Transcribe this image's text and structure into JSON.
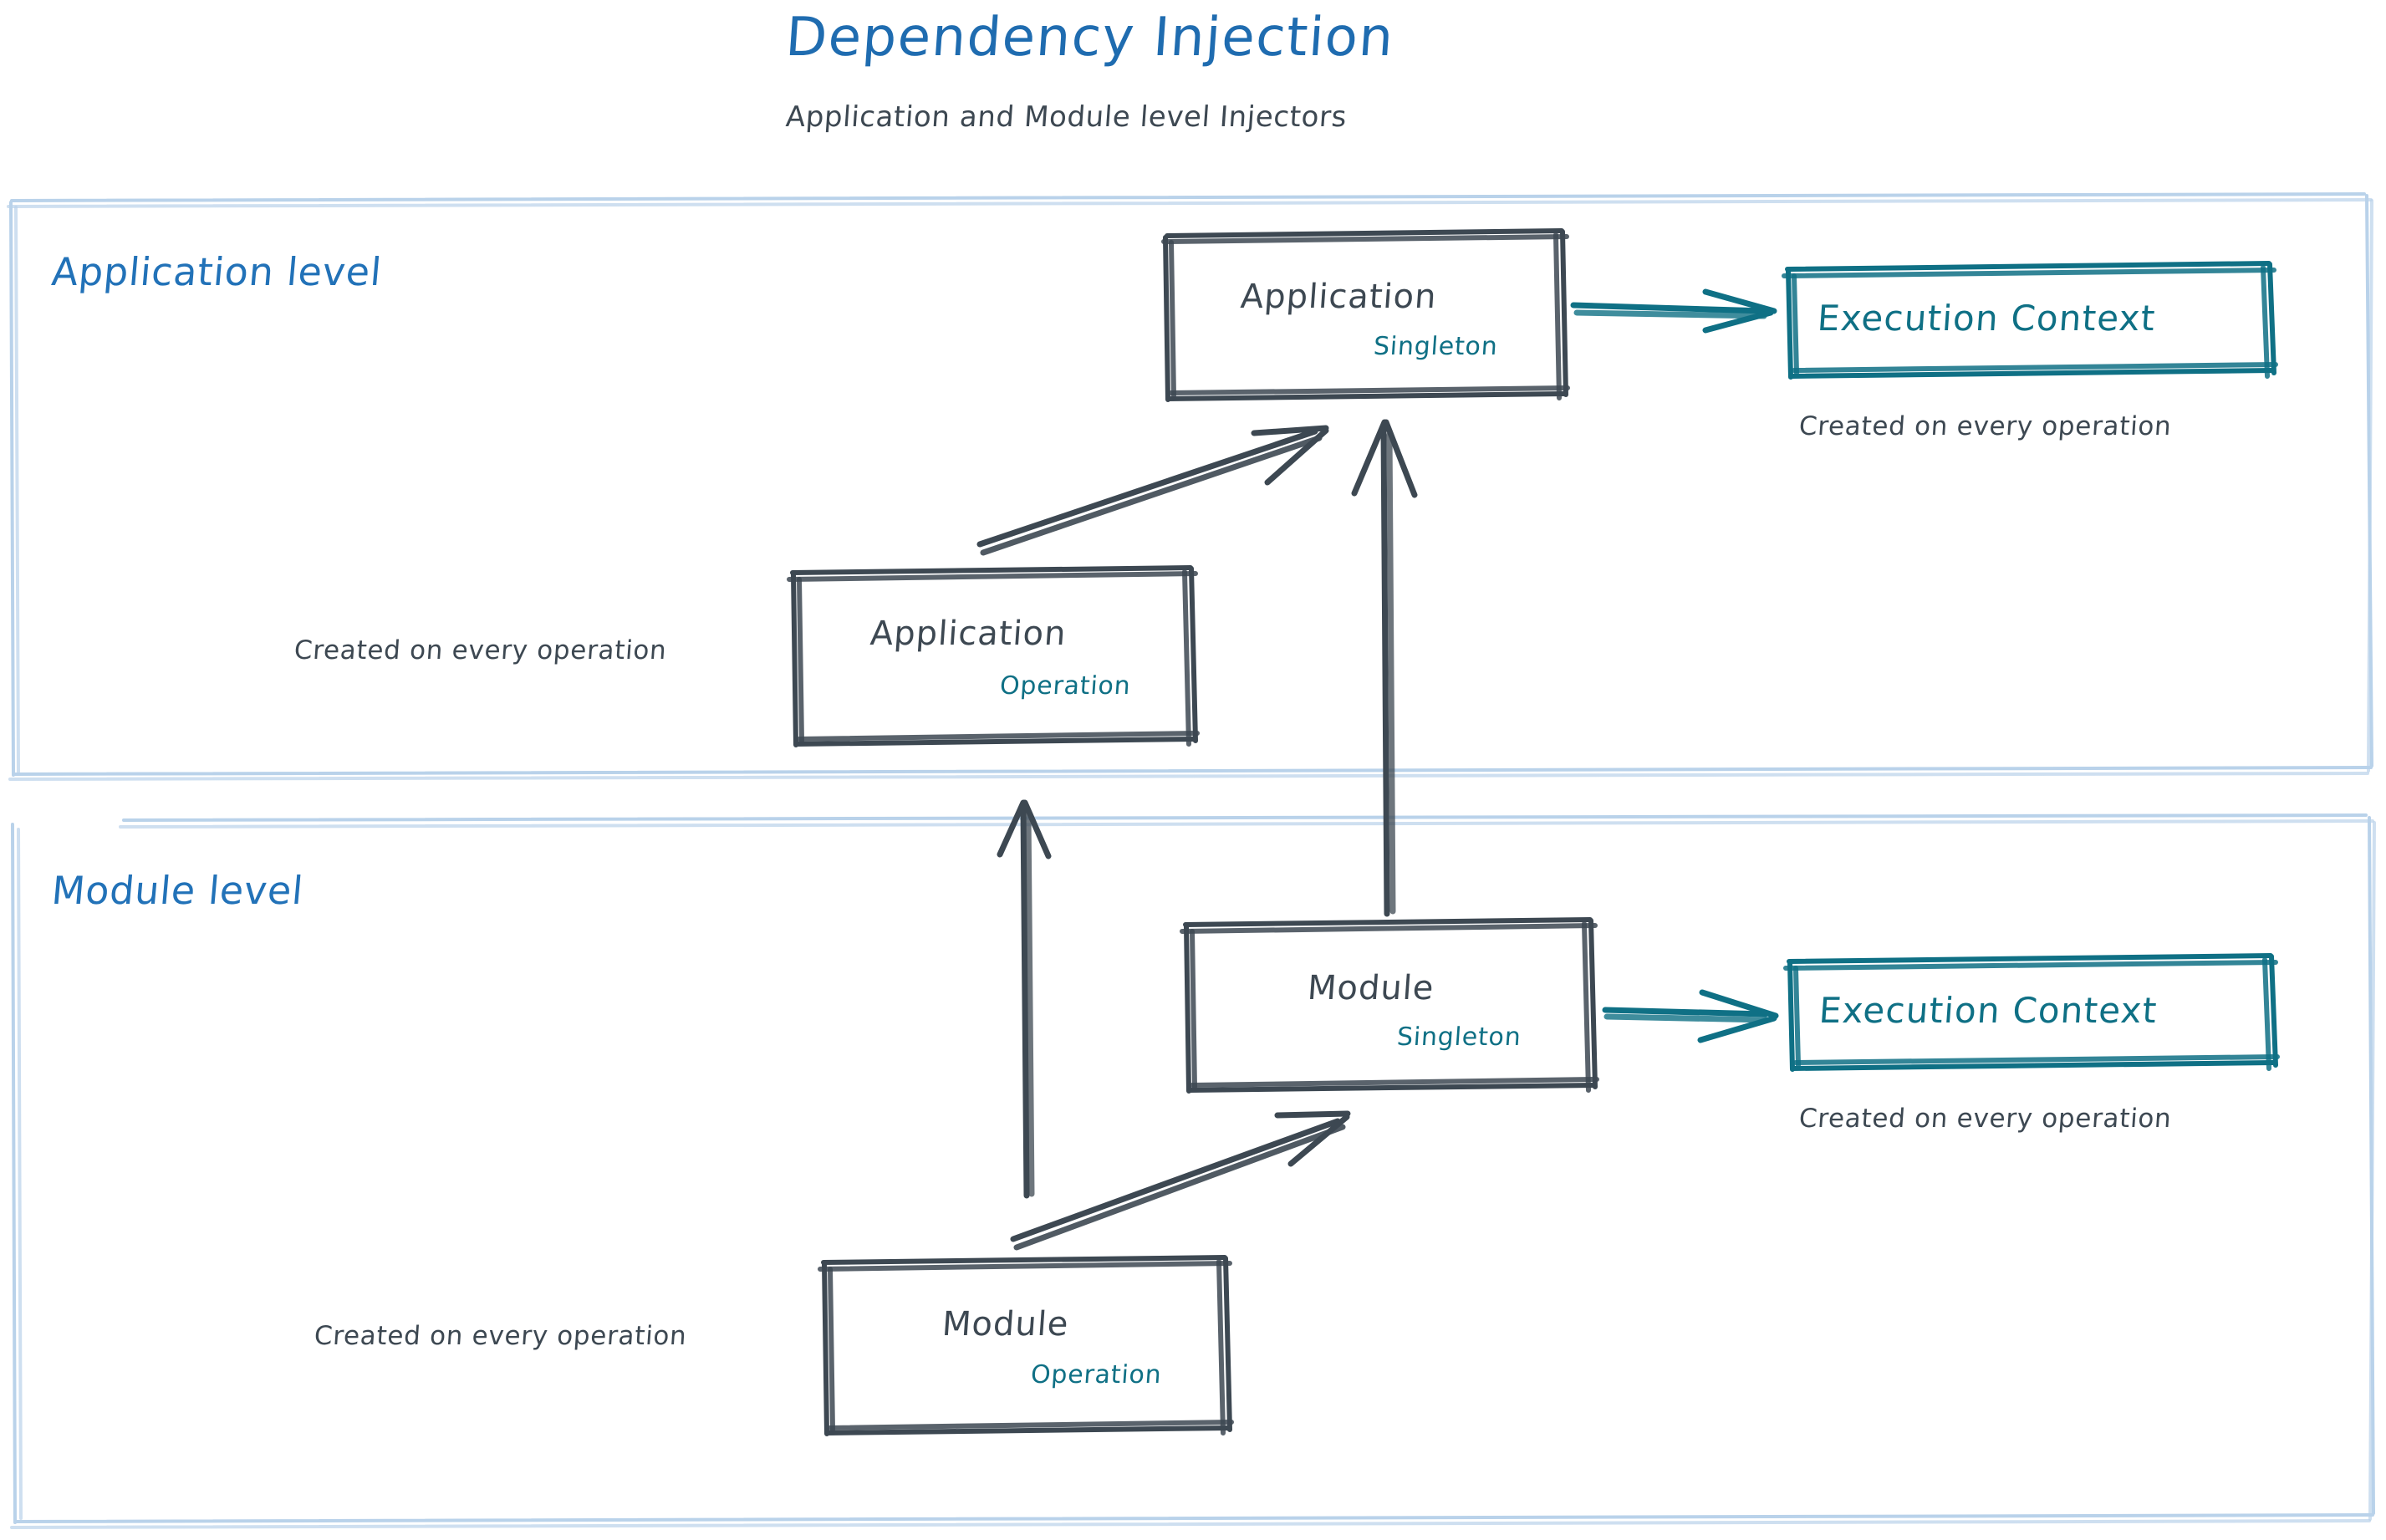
{
  "header": {
    "title": "Dependency Injection",
    "subtitle": "Application and Module level Injectors"
  },
  "colors": {
    "title_blue": "#1f6cb0",
    "level_blue": "#2272b8",
    "container_border": "#b9d2ea",
    "node_stroke": "#3d4852",
    "accent_teal": "#0f7085",
    "note_gray": "#3d4852",
    "background": "#ffffff"
  },
  "containers": [
    {
      "id": "application-level",
      "label": "Application level"
    },
    {
      "id": "module-level",
      "label": "Module level"
    }
  ],
  "nodes": {
    "application_singleton": {
      "title": "Application",
      "scope": "Singleton"
    },
    "application_operation": {
      "title": "Application",
      "scope": "Operation",
      "note": "Created on every operation"
    },
    "module_singleton": {
      "title": "Module",
      "scope": "Singleton"
    },
    "module_operation": {
      "title": "Module",
      "scope": "Operation",
      "note": "Created on every operation"
    },
    "execution_context_app": {
      "title": "Execution Context",
      "note": "Created on every operation"
    },
    "execution_context_module": {
      "title": "Execution Context",
      "note": "Created on every operation"
    }
  },
  "edges": [
    {
      "id": "app-singleton-to-exec-context",
      "from": "application_singleton",
      "to": "execution_context_app",
      "color": "teal",
      "direction": "right"
    },
    {
      "id": "app-operation-to-app-singleton",
      "from": "application_operation",
      "to": "application_singleton",
      "color": "gray",
      "direction": "up-right"
    },
    {
      "id": "module-singleton-to-app-singleton",
      "from": "module_singleton",
      "to": "application_singleton",
      "color": "gray",
      "direction": "up"
    },
    {
      "id": "module-singleton-to-exec-context",
      "from": "module_singleton",
      "to": "execution_context_module",
      "color": "teal",
      "direction": "right"
    },
    {
      "id": "module-operation-to-module-singleton",
      "from": "module_operation",
      "to": "module_singleton",
      "color": "gray",
      "direction": "up-right"
    },
    {
      "id": "module-operation-to-app-operation",
      "from": "module_operation",
      "to": "application_operation",
      "color": "gray",
      "direction": "up"
    }
  ]
}
